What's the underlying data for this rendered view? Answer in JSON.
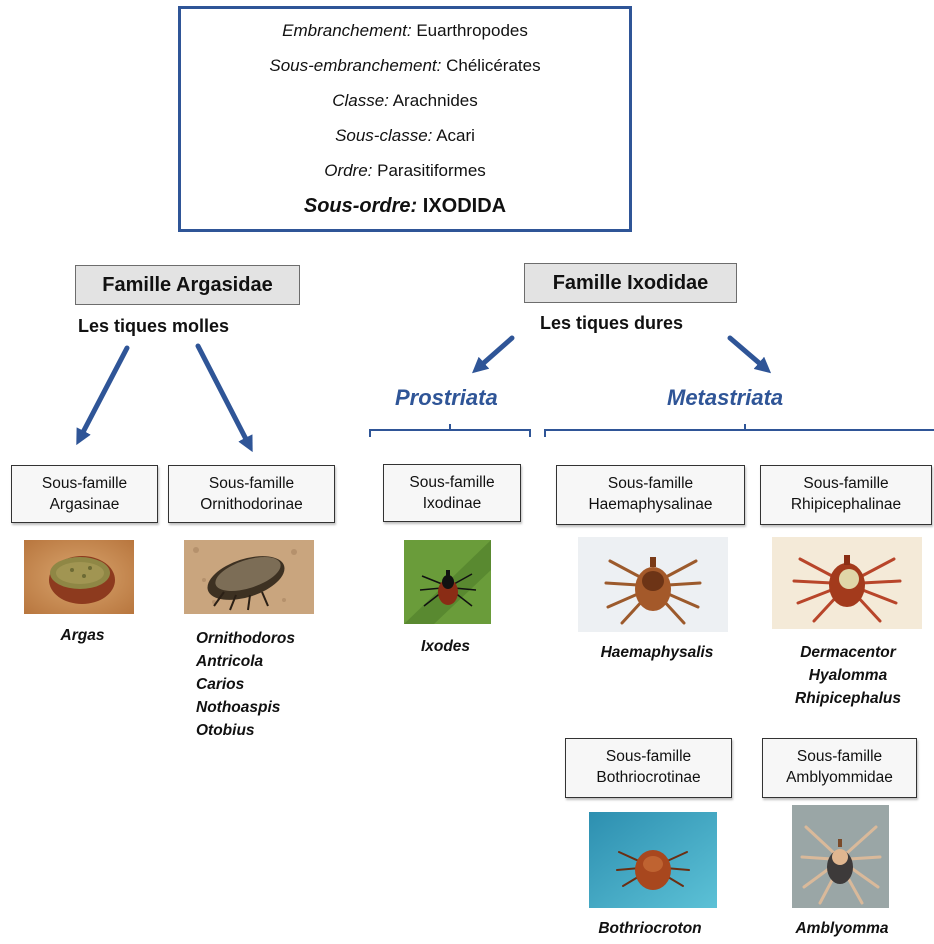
{
  "taxonomy": [
    {
      "key": "Embranchement:",
      "value": "Euarthropodes"
    },
    {
      "key": "Sous-embranchement:",
      "value": "Chélicérates"
    },
    {
      "key": "Classe:",
      "value": "Arachnides"
    },
    {
      "key": "Sous-classe:",
      "value": "Acari"
    },
    {
      "key": "Ordre:",
      "value": "Parasitiformes"
    },
    {
      "key": "Sous-ordre:",
      "value": "IXODIDA"
    }
  ],
  "families": [
    {
      "name": "Famille Argasidae",
      "subtitle": "Les tiques molles"
    },
    {
      "name": "Famille Ixodidae",
      "subtitle": "Les tiques dures"
    }
  ],
  "groups": [
    "Prostriata",
    "Metastriata"
  ],
  "subfamilies": [
    {
      "line1": "Sous-famille",
      "line2": "Argasinae",
      "genera": [
        "Argas"
      ],
      "photo_icon": "argas-tick-photo"
    },
    {
      "line1": "Sous-famille",
      "line2": "Ornithodorinae",
      "genera": [
        "Ornithodoros",
        "Antricola",
        "Carios",
        "Nothoaspis",
        "Otobius"
      ],
      "photo_icon": "ornithodoros-tick-photo"
    },
    {
      "line1": "Sous-famille",
      "line2": "Ixodinae",
      "genera": [
        "Ixodes"
      ],
      "photo_icon": "ixodes-tick-photo"
    },
    {
      "line1": "Sous-famille",
      "line2": "Haemaphysalinae",
      "genera": [
        "Haemaphysalis"
      ],
      "photo_icon": "haemaphysalis-tick-photo"
    },
    {
      "line1": "Sous-famille",
      "line2": "Rhipicephalinae",
      "genera": [
        "Dermacentor",
        "Hyalomma",
        "Rhipicephalus"
      ],
      "photo_icon": "rhipicephalus-tick-photo"
    },
    {
      "line1": "Sous-famille",
      "line2": "Bothriocrotinae",
      "genera": [
        "Bothriocroton"
      ],
      "photo_icon": "bothriocroton-tick-photo"
    },
    {
      "line1": "Sous-famille",
      "line2": "Amblyommidae",
      "genera": [
        "Amblyomma"
      ],
      "photo_icon": "amblyomma-tick-photo"
    }
  ],
  "colors": {
    "accent": "#2f5597",
    "box_fill": "#e3e3e3"
  }
}
